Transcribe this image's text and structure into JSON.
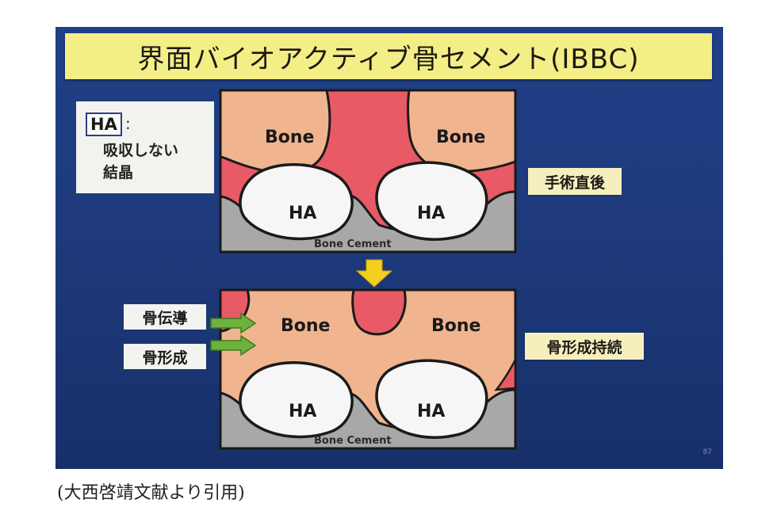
{
  "title": "界面バイオアクティブ骨セメント(IBBC)",
  "legend": {
    "ha": "HA",
    "colon": ":",
    "description": "吸収しない\n結晶"
  },
  "top_panel": {
    "bone_left": "Bone",
    "bone_right": "Bone",
    "ha_left": "HA",
    "ha_right": "HA",
    "cement": "Bone Cement",
    "state_label": "手術直後"
  },
  "bottom_panel": {
    "bone_left": "Bone",
    "bone_right": "Bone",
    "ha_left": "HA",
    "ha_right": "HA",
    "cement": "Bone Cement",
    "state_label": "骨形成持続"
  },
  "side_labels": {
    "osteoconduction": "骨伝導",
    "osteogenesis": "骨形成"
  },
  "page_number": "87",
  "caption": "(大西啓靖文献より引用)",
  "colors": {
    "background": "#1e3a7c",
    "title_bg": "#f4ee86",
    "bone": "#f0b48e",
    "soft_tissue": "#e85a66",
    "ha": "#f6f6f6",
    "cement": "#a8a8a8",
    "down_arrow": "#f5cf1f",
    "side_arrow": "#6cb23c"
  }
}
